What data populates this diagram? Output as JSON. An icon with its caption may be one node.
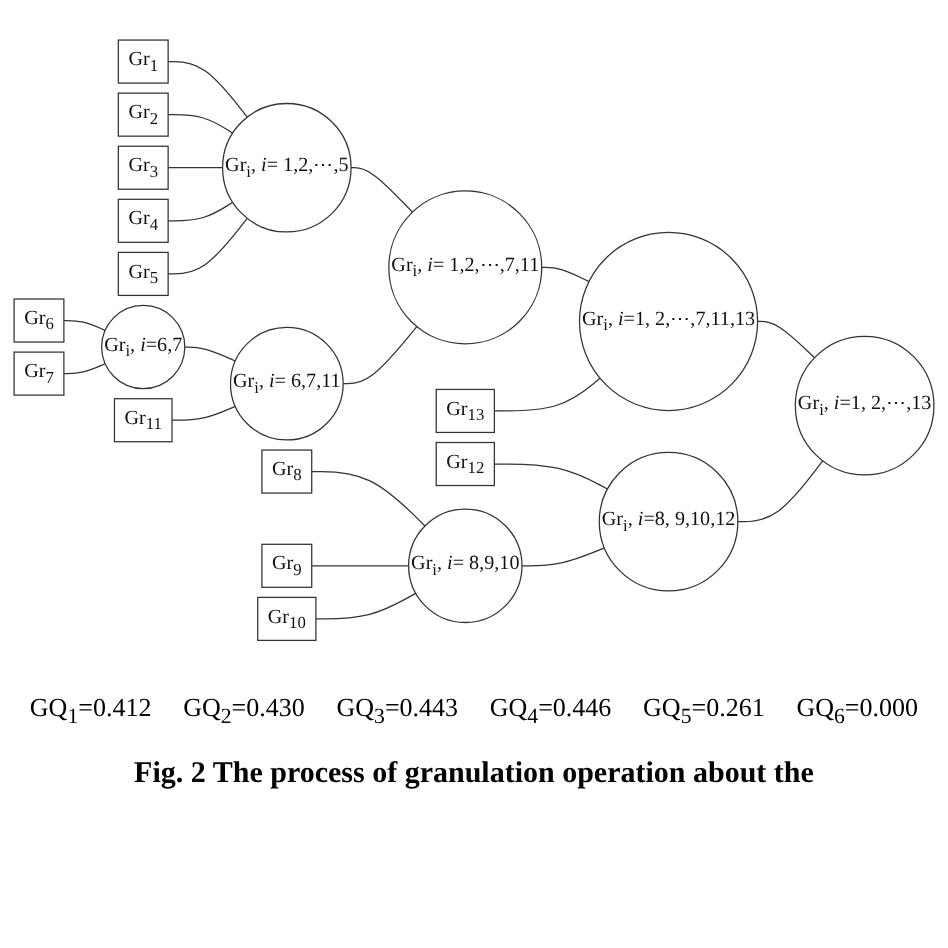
{
  "diagram": {
    "caption": "Fig. 2 The process of granulation operation about the",
    "nodes": [
      {
        "text": [
          "Gr$_{1}$"
        ]
      },
      {
        "text": [
          "Gr$_{2}$"
        ]
      },
      {
        "text": [
          "Gr$_{3}$"
        ]
      },
      {
        "text": [
          "Gr$_{4}$"
        ]
      },
      {
        "text": [
          "Gr$_{5}$"
        ]
      },
      {
        "text": [
          "Gr$_{6}$"
        ]
      },
      {
        "text": [
          "Gr$_{7}$"
        ]
      },
      {
        "text": [
          "Gr$_{8}$"
        ]
      },
      {
        "text": [
          "Gr$_{9}$"
        ]
      },
      {
        "text": [
          "Gr$_{10}$"
        ]
      },
      {
        "text": [
          "Gr$_{11}$"
        ]
      },
      {
        "text": [
          "Gr$_{12}$"
        ]
      },
      {
        "text": [
          "Gr$_{13}$"
        ]
      },
      {
        "text": [
          "Gr$_{i}$, *i*=6,7"
        ]
      },
      {
        "text": [
          "Gr$_{i}$, *i*= 1,2,⋯,5"
        ]
      },
      {
        "text": [
          "Gr$_{i}$, *i*= 6,7,11"
        ]
      },
      {
        "text": [
          "Gr$_{i}$, *i*= 8,9,10"
        ]
      },
      {
        "text": [
          "Gr$_{i}$, *i*= 1,2,⋯,7,11"
        ]
      },
      {
        "text": [
          "Gr$_{i}$, *i*=1, 2,⋯,7,11,13"
        ]
      },
      {
        "text": [
          "Gr$_{i}$, *i*=8, 9,10,12"
        ]
      },
      {
        "text": [
          "Gr$_{i}$, *i*=1, 2,⋯,13"
        ]
      }
    ],
    "edges": [
      {
        "from": 0,
        "to": 14,
        "arrow": "none"
      },
      {
        "from": 1,
        "to": 14,
        "arrow": "none"
      },
      {
        "from": 2,
        "to": 14,
        "arrow": "none"
      },
      {
        "from": 3,
        "to": 14,
        "arrow": "none"
      },
      {
        "from": 4,
        "to": 14,
        "arrow": "none"
      },
      {
        "from": 5,
        "to": 13,
        "arrow": "none"
      },
      {
        "from": 6,
        "to": 13,
        "arrow": "none"
      },
      {
        "from": 13,
        "to": 15,
        "arrow": "none"
      },
      {
        "from": 10,
        "to": 15,
        "arrow": "none"
      },
      {
        "from": 7,
        "to": 16,
        "arrow": "none"
      },
      {
        "from": 8,
        "to": 16,
        "arrow": "none"
      },
      {
        "from": 9,
        "to": 16,
        "arrow": "none"
      },
      {
        "from": 14,
        "to": 17,
        "arrow": "none"
      },
      {
        "from": 15,
        "to": 17,
        "arrow": "none"
      },
      {
        "from": 17,
        "to": 18,
        "arrow": "none"
      },
      {
        "from": 12,
        "to": 18,
        "arrow": "none"
      },
      {
        "from": 11,
        "to": 19,
        "arrow": "none"
      },
      {
        "from": 16,
        "to": 19,
        "arrow": "none"
      },
      {
        "from": 18,
        "to": 20,
        "arrow": "none"
      },
      {
        "from": 19,
        "to": 20,
        "arrow": "none"
      }
    ],
    "labels": [
      "GQ$_{1}$=0.412",
      "GQ$_{2}$=0.430",
      "GQ$_{3}$=0.443",
      "GQ$_{4}$=0.446",
      "GQ$_{5}$=0.261",
      "GQ$_{6}$=0.000"
    ]
  }
}
